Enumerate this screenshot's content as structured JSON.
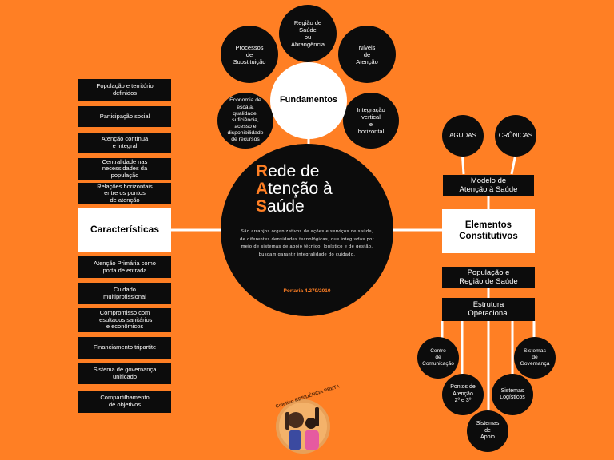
{
  "title": {
    "initials": [
      "R",
      "A",
      "S"
    ],
    "line1": "ede de",
    "line2": "tenção à",
    "line3": "aúde"
  },
  "description": "São arranjos organizativos de ações e serviços de saúde, de diferentes densidades tecnológicas, que integradas por meio de sistemas de apoio técnico, logístico e de gestão, buscam garantir integralidade do cuidado.",
  "reference": "Portaria 4.279/2010",
  "fundamentos": {
    "label": "Fundamentos",
    "items": [
      "Região de\nSaúde\nou\nAbrangência",
      "Processos\nde\nSubstituição",
      "Níveis\nde\nAtenção",
      "Economia de\nescala,\nqualidade,\nsuficiência,\nacesso e\ndisponibilidade\nde recursos",
      "Integração\nvertical\ne\nhorizontal"
    ]
  },
  "caracteristicas": {
    "label": "Características",
    "items": [
      "População e território\ndefinidos",
      "Participação social",
      "Atenção contínua\ne integral",
      "Centralidade nas\nnecessidades da\npopulação",
      "Relações horizontais\nentre os pontos\nde atenção",
      "Atenção Primária como\nporta de entrada",
      "Cuidado\nmultiprofissional",
      "Compromisso com\nresultados sanitários\ne econômicos",
      "Financiamento tripartite",
      "Sistema de governança\nunificado",
      "Compartilhamento\nde objetivos"
    ]
  },
  "elementos": {
    "label": "Elementos\nConstitutivos",
    "modelo": "Modelo de\nAtenção à Saúde",
    "modelo_items": [
      "AGUDAS",
      "CRÔNICAS"
    ],
    "populacao": "População e\nRegião de Saúde",
    "estrutura": "Estrutura\nOperacional",
    "estrutura_items": [
      "Centro\nde\nComunicação",
      "Pontos de\nAtenção\n2º e 3º",
      "Sistemas\nde\nApoio",
      "Sistemas\nLogísticos",
      "Sistemas\nde\nGovernança"
    ]
  },
  "logo": {
    "text": "Coletivo RESIDÊNCIA PRETA"
  },
  "colors": {
    "background": "#FF7F24",
    "accent": "#FF7F24",
    "dark": "#0c0c0c",
    "light": "#ffffff"
  }
}
